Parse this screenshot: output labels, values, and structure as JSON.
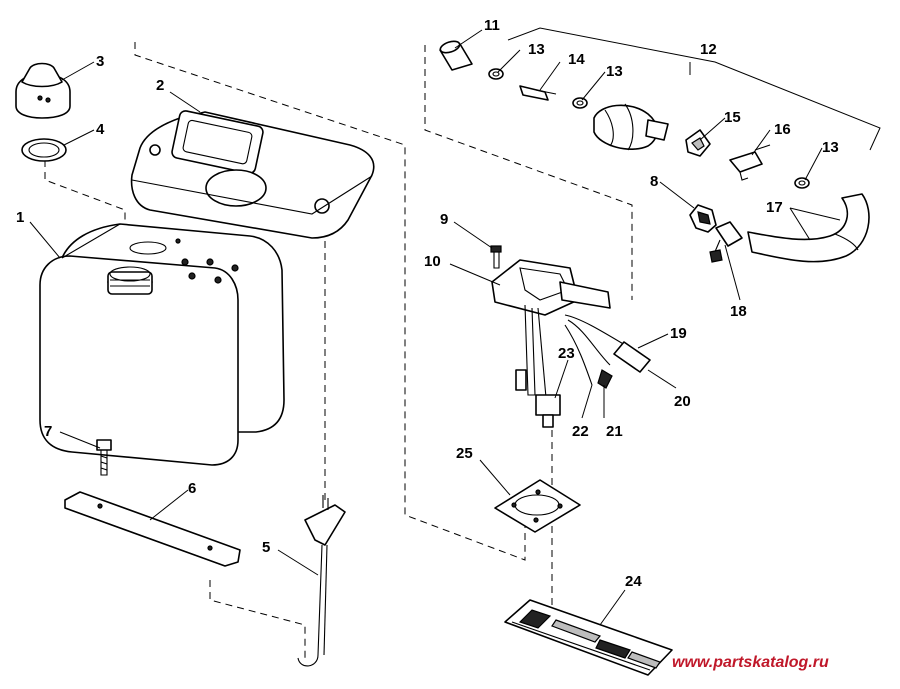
{
  "callouts": {
    "c1": "1",
    "c2": "2",
    "c3": "3",
    "c4": "4",
    "c5": "5",
    "c6": "6",
    "c7": "7",
    "c8": "8",
    "c9": "9",
    "c10": "10",
    "c11": "11",
    "c12": "12",
    "c13a": "13",
    "c13b": "13",
    "c13c": "13",
    "c14": "14",
    "c15": "15",
    "c16": "16",
    "c17": "17",
    "c18": "18",
    "c19": "19",
    "c20": "20",
    "c21": "21",
    "c22": "22",
    "c23": "23",
    "c24": "24",
    "c25": "25"
  },
  "watermark": "www.partskatalog.ru"
}
